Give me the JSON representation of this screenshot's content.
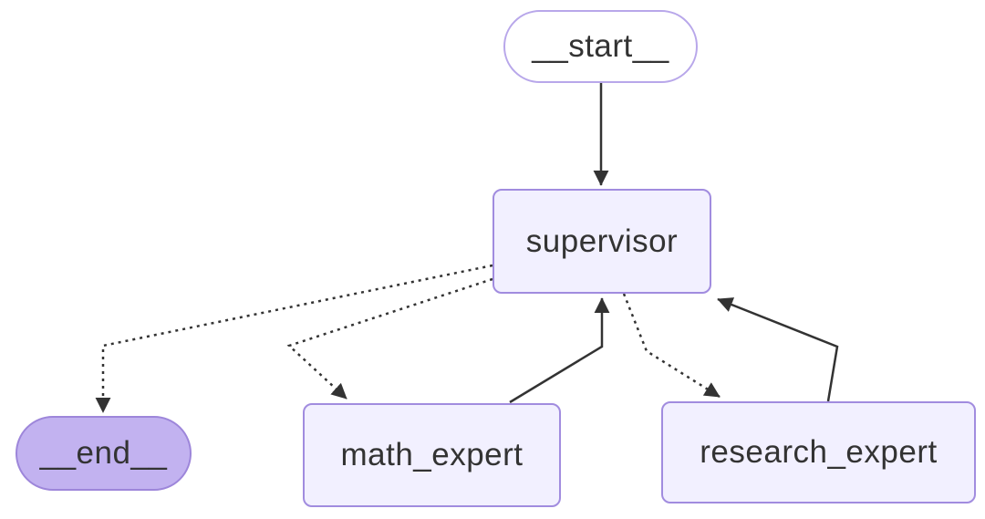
{
  "diagram": {
    "type": "graph",
    "nodes": [
      {
        "id": "start",
        "label": "__start__",
        "shape": "pill",
        "fill": "#ffffff"
      },
      {
        "id": "supervisor",
        "label": "supervisor",
        "shape": "rect",
        "fill": "#f2f0ff"
      },
      {
        "id": "end",
        "label": "__end__",
        "shape": "pill",
        "fill": "#c2b2f0"
      },
      {
        "id": "math",
        "label": "math_expert",
        "shape": "rect",
        "fill": "#f2f0ff"
      },
      {
        "id": "research",
        "label": "research_expert",
        "shape": "rect",
        "fill": "#f2f0ff"
      }
    ],
    "edges": [
      {
        "from": "__start__",
        "to": "supervisor",
        "style": "solid"
      },
      {
        "from": "supervisor",
        "to": "__end__",
        "style": "dotted"
      },
      {
        "from": "supervisor",
        "to": "math_expert",
        "style": "dotted"
      },
      {
        "from": "supervisor",
        "to": "research_expert",
        "style": "dotted"
      },
      {
        "from": "math_expert",
        "to": "supervisor",
        "style": "solid"
      },
      {
        "from": "research_expert",
        "to": "supervisor",
        "style": "solid"
      }
    ],
    "colors": {
      "background": "#ffffff",
      "node_fill": "#f2f0ff",
      "end_node_fill": "#c2b2f0",
      "node_border": "#a18cdf",
      "text": "#333333",
      "edge": "#333333"
    }
  }
}
